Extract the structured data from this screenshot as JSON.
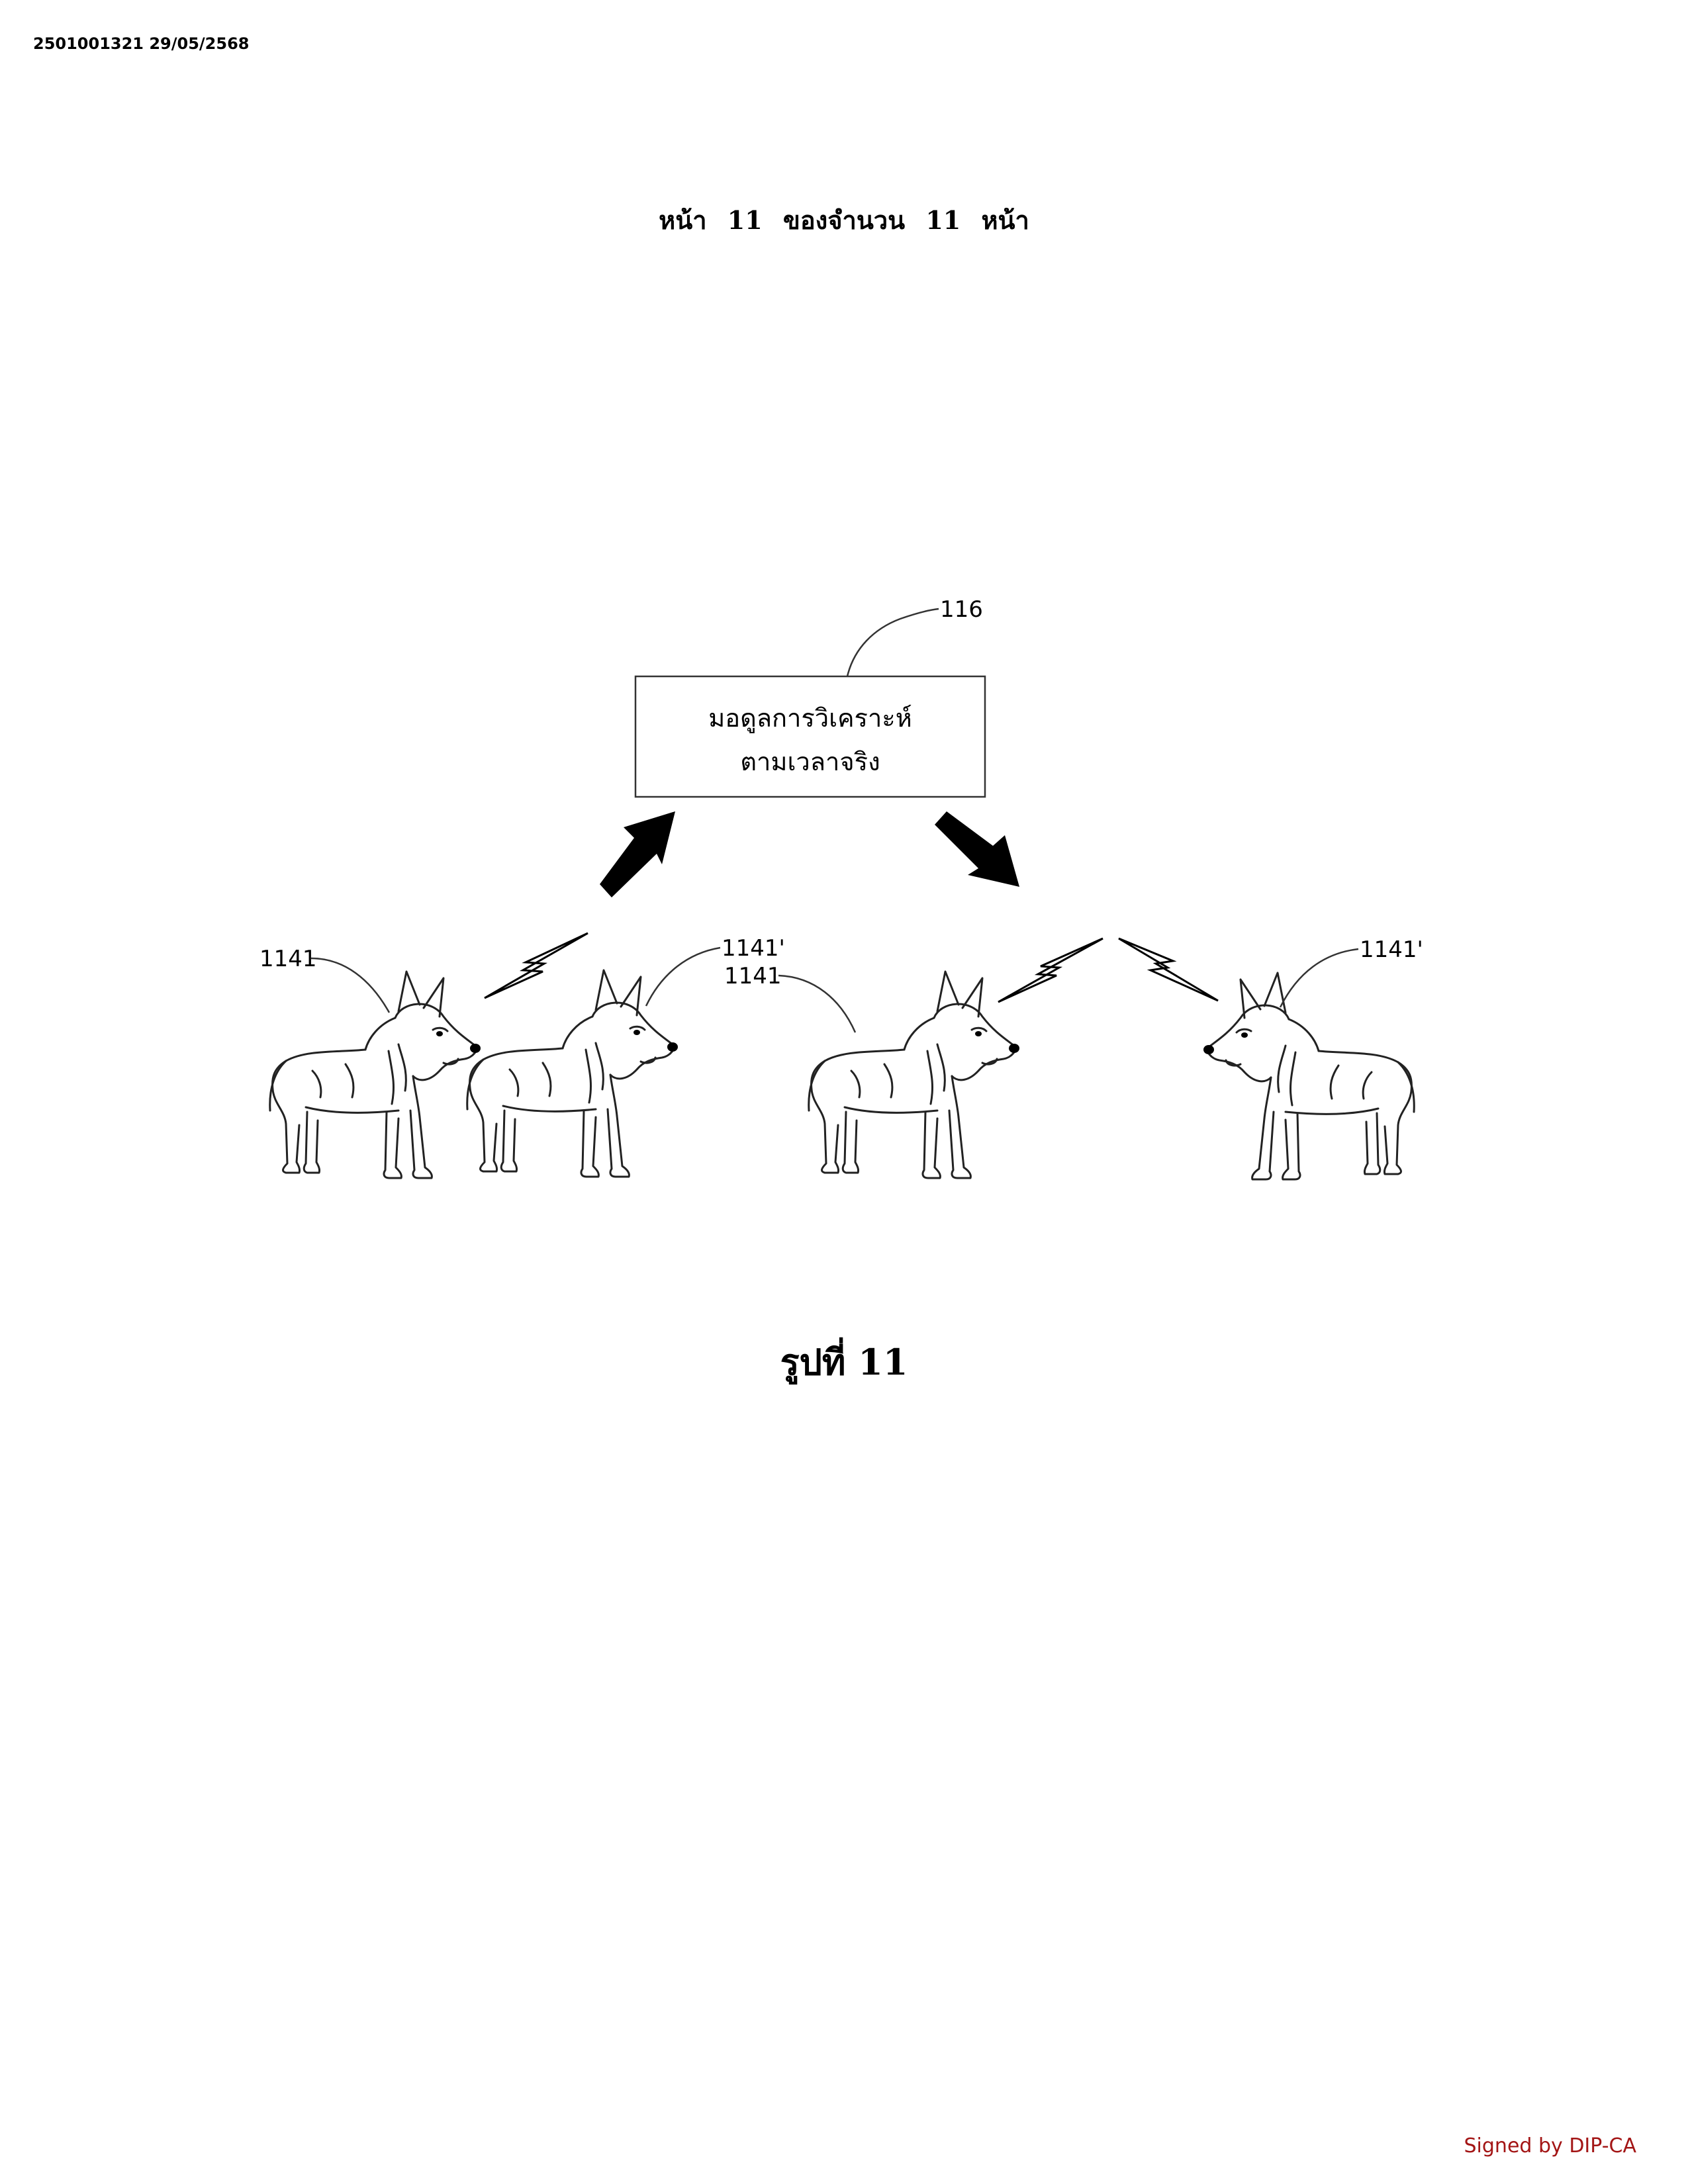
{
  "document": {
    "stamp": "2501001321 29/05/2568",
    "header": "หน้า 11 ของจำนวน 11 หน้า",
    "figure_caption": "รูปที่ 11",
    "signature": "Signed by DIP-CA"
  },
  "figure": {
    "module_box": {
      "line1": "มอดูลการวิเคราะห์",
      "line2": "ตามเวลาจริง",
      "ref": "116"
    },
    "labels": {
      "dog1": "1141",
      "dog2": "1141'",
      "dog3": "1141",
      "dog4": "1141'"
    }
  }
}
